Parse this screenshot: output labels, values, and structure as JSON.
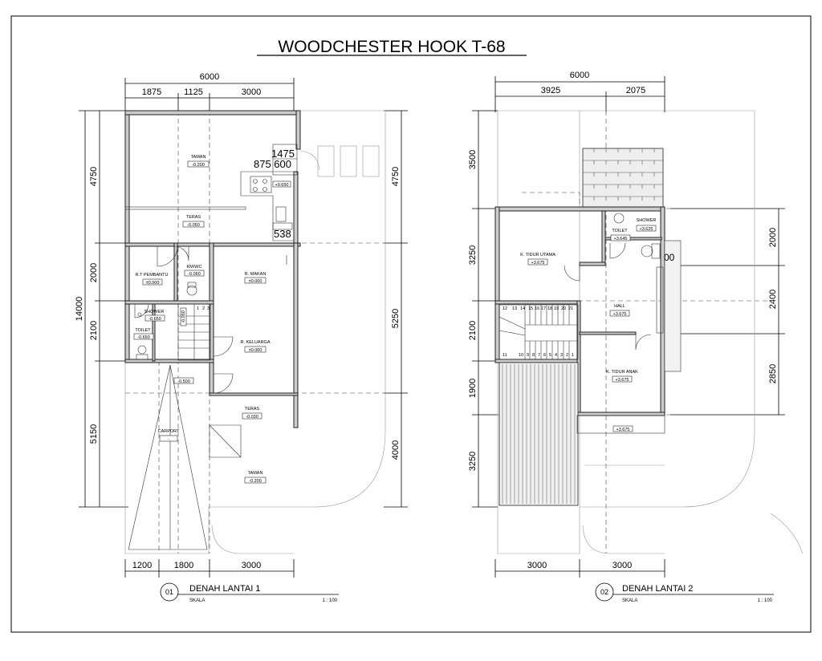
{
  "title": "WOODCHESTER HOOK T-68",
  "plan1": {
    "top_total": "6000",
    "top_segments": [
      "1875",
      "1125",
      "3000"
    ],
    "left_total": "14000",
    "left_segments": [
      "4750",
      "2000",
      "2100",
      "5150"
    ],
    "right_segments": [
      "4750",
      "5250",
      "4000"
    ],
    "bottom_segments": [
      "1200",
      "1800",
      "3000"
    ],
    "stair_text_a": "1475",
    "stair_text_b": "875 600",
    "stair_text_c": "538",
    "rooms": [
      {
        "name": "TAMAN",
        "level": "-0.200"
      },
      {
        "name": "",
        "level": "+0.650"
      },
      {
        "name": "TERAS",
        "level": "-0.050"
      },
      {
        "name": "R.T PEMBANTU",
        "level": "±0.000"
      },
      {
        "name": "KM/WC",
        "level": "-0.060"
      },
      {
        "name": "R. MAKAN",
        "level": "±0.000"
      },
      {
        "name": "SHOWER",
        "level": "-0.650"
      },
      {
        "name": "",
        "level": "-0.050"
      },
      {
        "name": "TOILET",
        "level": "-0.650"
      },
      {
        "name": "R. KELUARGA",
        "level": "±0.000"
      },
      {
        "name": "",
        "level": "-0.500"
      },
      {
        "name": "TERAS",
        "level": "-0.030"
      },
      {
        "name": "CARPORT",
        "level": "-"
      },
      {
        "name": "TAMAN",
        "level": "-0.200"
      }
    ],
    "stair_numbers": [
      "1",
      "2",
      "3"
    ],
    "caption_number": "01",
    "caption_title": "DENAH LANTAI 1",
    "scale_label": "SKALA",
    "scale_value": "1 : 100"
  },
  "plan2": {
    "top_total": "6000",
    "top_segments": [
      "3925",
      "2075"
    ],
    "left_segments": [
      "3500",
      "3250",
      "2100",
      "1900",
      "3250"
    ],
    "right_segments": [
      "2000",
      "2400",
      "2850"
    ],
    "bottom_segments": [
      "3000",
      "3000"
    ],
    "rooms": [
      {
        "name": "SHOWER",
        "level": "+3.625"
      },
      {
        "name": "TOILET",
        "level": "+3.645"
      },
      {
        "name": "K. TIDUR UTAMA",
        "level": "+3.675"
      },
      {
        "name": "HALL",
        "level": "+3.675"
      },
      {
        "name": "K. TIDUR ANAK",
        "level": "+3.675"
      },
      {
        "name": "",
        "level": "+3.675"
      }
    ],
    "stair_numbers_top": [
      "12",
      "13",
      "14",
      "15",
      "16",
      "17",
      "18",
      "19",
      "20",
      "21"
    ],
    "stair_numbers_bottom": [
      "11",
      "10",
      "9",
      "8",
      "7",
      "6",
      "5",
      "4",
      "3",
      "2",
      "1"
    ],
    "caption_number": "02",
    "caption_title": "DENAH LANTAI 2",
    "scale_label": "SKALA",
    "scale_value": "1 : 100"
  }
}
